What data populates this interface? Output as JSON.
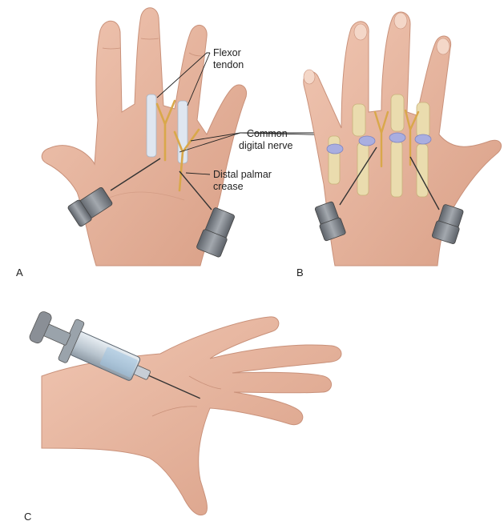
{
  "panels": {
    "a": {
      "letter": "A",
      "labels": {
        "flexor_line1": "Flexor",
        "flexor_line2": "tendon",
        "nerve_line1": "Common",
        "nerve_line2": "digital nerve",
        "crease_line1": "Distal palmar",
        "crease_line2": "crease"
      }
    },
    "b": {
      "letter": "B"
    },
    "c": {
      "letter": "C"
    }
  },
  "colors": {
    "skin": "#e7b8a2",
    "skin_shadow": "#c9917a",
    "nerve": "#d9a84a",
    "tendon": "#dfe6f0",
    "bone": "#eadcae",
    "joint": "#a9aee0",
    "syringe_body": "#8a8f96",
    "leader_line": "#222222"
  }
}
